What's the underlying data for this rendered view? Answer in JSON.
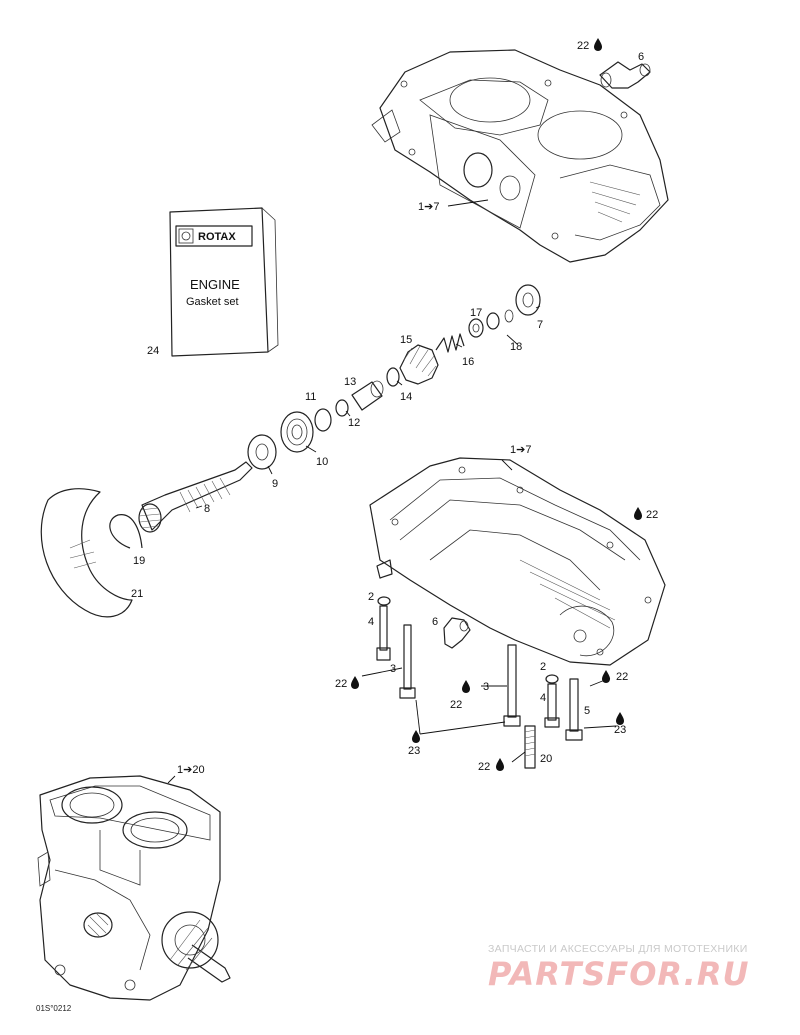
{
  "kit": {
    "brand": "ROTAX",
    "title": "ENGINE",
    "subtitle": "Gasket set",
    "ref": "24"
  },
  "callouts": [
    {
      "id": "c-22-top",
      "text": "22",
      "drop": true
    },
    {
      "id": "c-6-top",
      "text": "6"
    },
    {
      "id": "c-1-7-top",
      "text": "1➔7"
    },
    {
      "id": "c-17",
      "text": "17"
    },
    {
      "id": "c-7",
      "text": "7"
    },
    {
      "id": "c-18",
      "text": "18"
    },
    {
      "id": "c-15",
      "text": "15"
    },
    {
      "id": "c-16",
      "text": "16"
    },
    {
      "id": "c-13",
      "text": "13"
    },
    {
      "id": "c-14",
      "text": "14"
    },
    {
      "id": "c-11",
      "text": "11"
    },
    {
      "id": "c-12",
      "text": "12"
    },
    {
      "id": "c-10",
      "text": "10"
    },
    {
      "id": "c-9",
      "text": "9"
    },
    {
      "id": "c-8",
      "text": "8"
    },
    {
      "id": "c-19",
      "text": "19"
    },
    {
      "id": "c-21",
      "text": "21"
    },
    {
      "id": "c-1-7-mid",
      "text": "1➔7"
    },
    {
      "id": "c-22-right",
      "text": "22",
      "drop": true
    },
    {
      "id": "c-2-left",
      "text": "2"
    },
    {
      "id": "c-4-left",
      "text": "4"
    },
    {
      "id": "c-6-mid",
      "text": "6"
    },
    {
      "id": "c-3-left",
      "text": "3"
    },
    {
      "id": "c-22-left",
      "text": "22",
      "drop": true
    },
    {
      "id": "c-23-left",
      "text": "23",
      "drop": true
    },
    {
      "id": "c-3-mid",
      "text": "3"
    },
    {
      "id": "c-22-mid",
      "text": "22",
      "drop": true
    },
    {
      "id": "c-2-right",
      "text": "2"
    },
    {
      "id": "c-4-right",
      "text": "4"
    },
    {
      "id": "c-5",
      "text": "5"
    },
    {
      "id": "c-22-bolt",
      "text": "22",
      "drop": true
    },
    {
      "id": "c-23-right",
      "text": "23",
      "drop": true
    },
    {
      "id": "c-22-stud",
      "text": "22",
      "drop": true
    },
    {
      "id": "c-20",
      "text": "20"
    },
    {
      "id": "c-1-20",
      "text": "1➔20"
    }
  ],
  "watermark": {
    "tagline": "ЗАПЧАСТИ И АКСЕССУАРЫ ДЛЯ МОТОТЕХНИКИ",
    "site": "PARTSFOR.RU"
  },
  "figure_code": "01S°0212"
}
